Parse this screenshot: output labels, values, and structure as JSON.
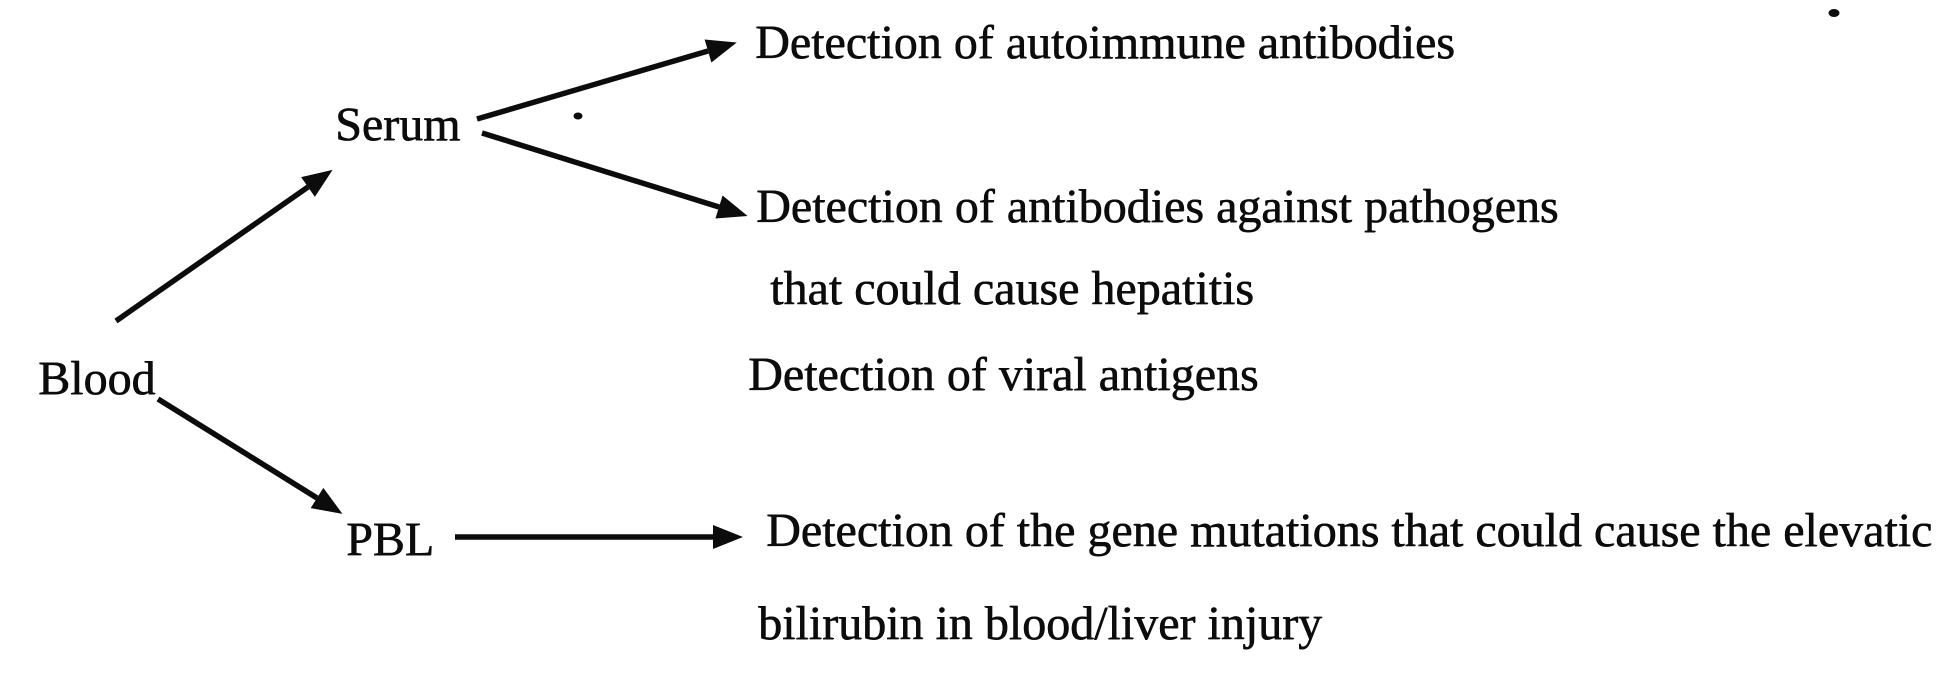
{
  "diagram": {
    "labels": {
      "blood": "Blood",
      "serum": "Serum",
      "pbl": "PBL",
      "serum_outcome_autoimmune": "Detection of autoimmune antibodies",
      "serum_outcome_pathogens_line1": "Detection of antibodies against pathogens",
      "serum_outcome_pathogens_line2": "that could cause hepatitis",
      "serum_outcome_viral": "Detection of viral antigens",
      "pbl_outcome_line1": "Detection of the gene mutations that could cause the elevatic",
      "pbl_outcome_line2": "bilirubin in blood/liver injury"
    },
    "edges": [
      {
        "from": "Blood",
        "to": "Serum"
      },
      {
        "from": "Blood",
        "to": "PBL"
      },
      {
        "from": "Serum",
        "to": "Detection of autoimmune antibodies"
      },
      {
        "from": "Serum",
        "to": "Detection of antibodies against pathogens that could cause hepatitis"
      },
      {
        "from": "PBL",
        "to": "Detection of the gene mutations that could cause the elevatic bilirubin in blood/liver injury"
      }
    ],
    "colors": {
      "ink": "#0c0c0c",
      "paper": "#ffffff"
    }
  }
}
